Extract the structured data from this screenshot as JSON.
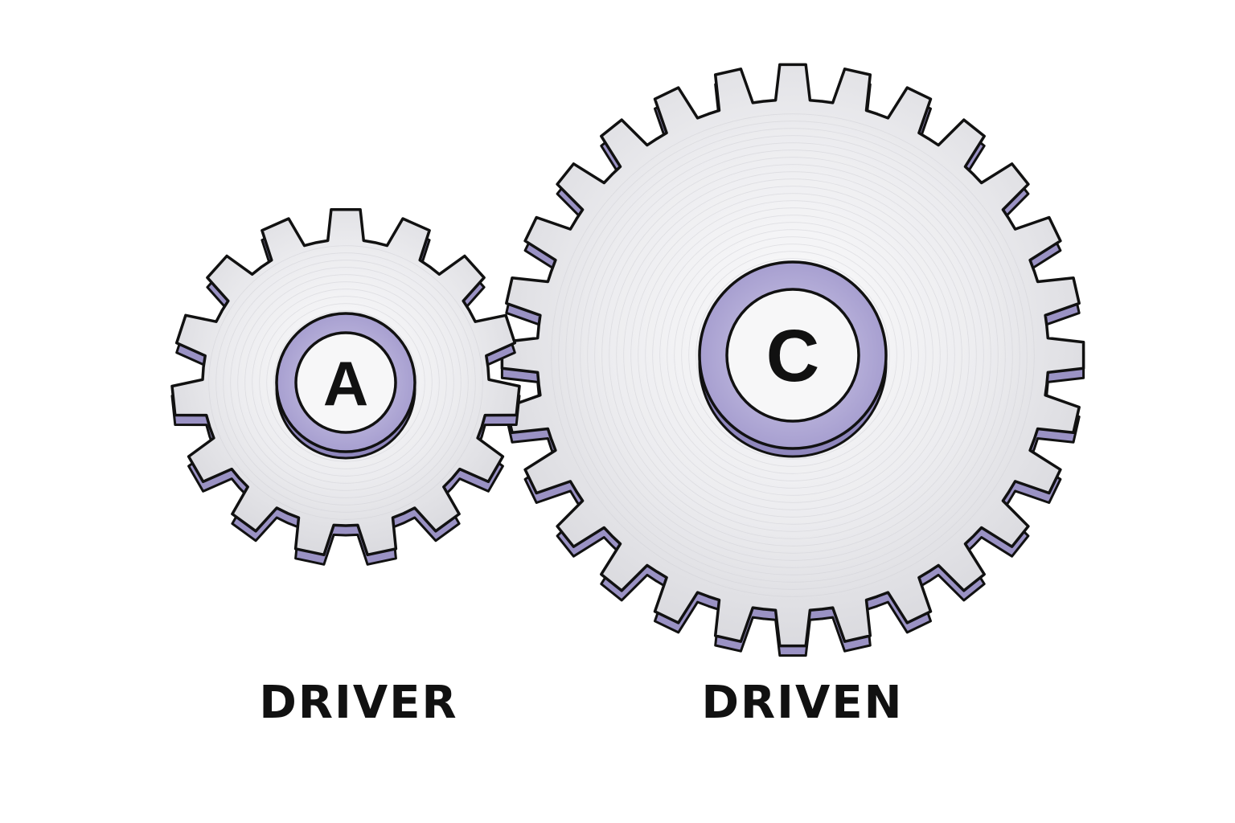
{
  "gears": [
    {
      "id": "A",
      "letter": "A",
      "caption": "DRIVER",
      "teeth": 15
    },
    {
      "id": "C",
      "letter": "C",
      "caption": "DRIVEN",
      "teeth": 28
    }
  ],
  "colors": {
    "metal_light": "#f4f4f6",
    "metal_mid": "#d9d9de",
    "side_shade": "#9a92c4",
    "hub_ring": "#b8b0dc",
    "outline": "#111111"
  }
}
